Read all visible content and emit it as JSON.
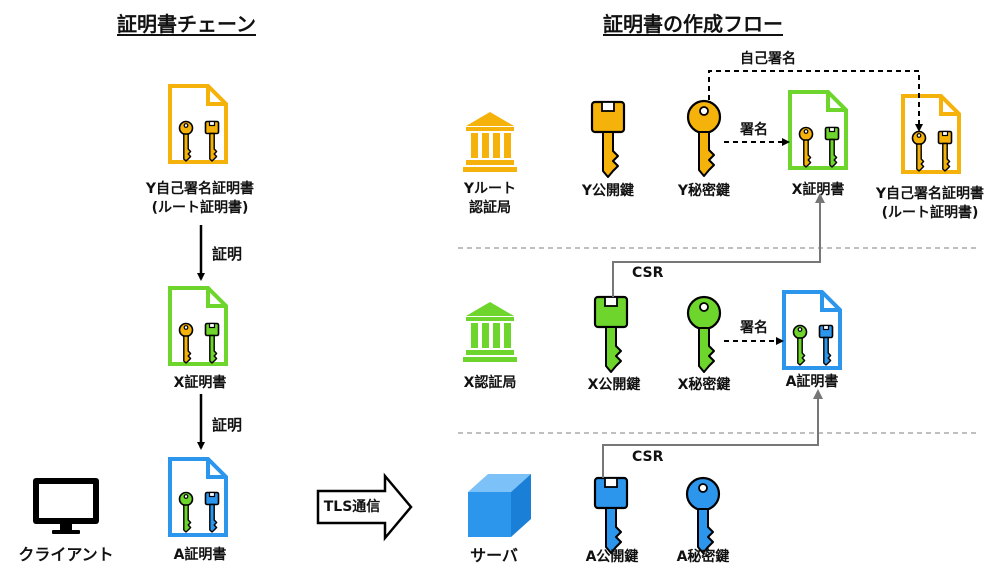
{
  "left": {
    "title": "証明書チェーン",
    "root_cert_line1": "Y自己署名証明書",
    "root_cert_line2": "(ルート証明書)",
    "edge_label_1": "証明",
    "x_cert": "X証明書",
    "edge_label_2": "証明",
    "a_cert": "A証明書",
    "client": "クライアント"
  },
  "middle": {
    "tls": "TLS通信"
  },
  "right": {
    "title": "証明書の作成フロー",
    "self_sign_label": "自己署名",
    "sign_label_top": "署名",
    "y_ca_line1": "Yルート",
    "y_ca_line2": "認証局",
    "y_pub": "Y公開鍵",
    "y_priv": "Y秘密鍵",
    "x_cert": "X証明書",
    "y_self_cert_line1": "Y自己署名証明書",
    "y_self_cert_line2": "(ルート証明書)",
    "csr_1": "CSR",
    "x_ca": "X認証局",
    "x_pub": "X公開鍵",
    "x_priv": "X秘密鍵",
    "sign_label_mid": "署名",
    "a_cert": "A証明書",
    "csr_2": "CSR",
    "server": "サーバ",
    "a_pub": "A公開鍵",
    "a_priv": "A秘密鍵"
  },
  "colors": {
    "y_orange": "#F5B20A",
    "x_green": "#6DD52B",
    "a_blue": "#2C95EC",
    "line_gray": "#777777"
  }
}
